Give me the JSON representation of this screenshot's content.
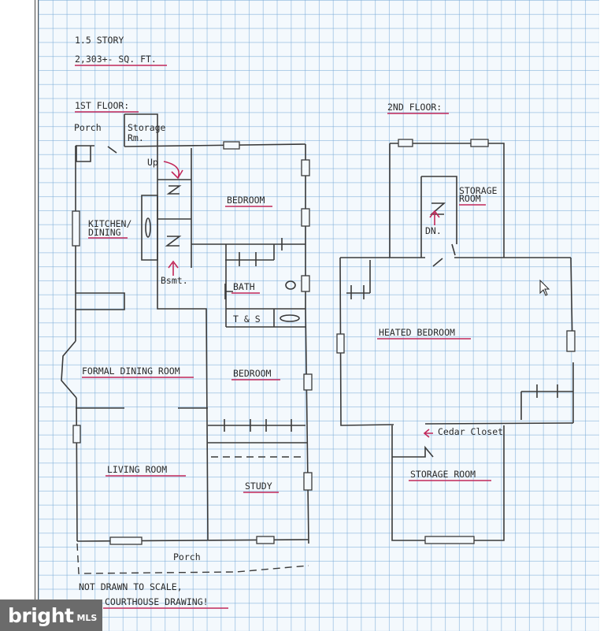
{
  "header": {
    "story": "1.5 STORY",
    "sqft": "2,303+- SQ. FT."
  },
  "floors": {
    "first": "1ST FLOOR:",
    "second": "2ND FLOOR:"
  },
  "rooms": {
    "porch_top": "Porch",
    "storage": "Storage",
    "storage_rm": "Rm.",
    "up": "Up",
    "kitchen_1": "KITCHEN/",
    "kitchen_2": "DINING",
    "bedroom_1": "BEDROOM",
    "bsmt": "Bsmt.",
    "bath": "BATH",
    "ts": "T & S",
    "formal_dining": "FORMAL DINING ROOM",
    "bedroom_2": "BEDROOM",
    "living": "LIVING ROOM",
    "study": "STUDY",
    "porch_bottom": "Porch",
    "storage_room_upper_1": "STORAGE",
    "storage_room_upper_2": "ROOM",
    "dn": "DN.",
    "heated_bedroom": "HEATED BEDROOM",
    "cedar_closet": "Cedar Closet",
    "storage_room_2": "STORAGE ROOM"
  },
  "notes": {
    "line1": "NOT DRAWN TO SCALE,",
    "line2": "COURTHOUSE DRAWING!"
  },
  "logo": {
    "brand": "bright",
    "suffix": "MLS"
  },
  "colors": {
    "pen": "#3a3a3a",
    "underline": "#c2285a",
    "grid": "#78aad7",
    "paper": "#f4f9fd",
    "logo_bg": "#6b6b6b"
  }
}
